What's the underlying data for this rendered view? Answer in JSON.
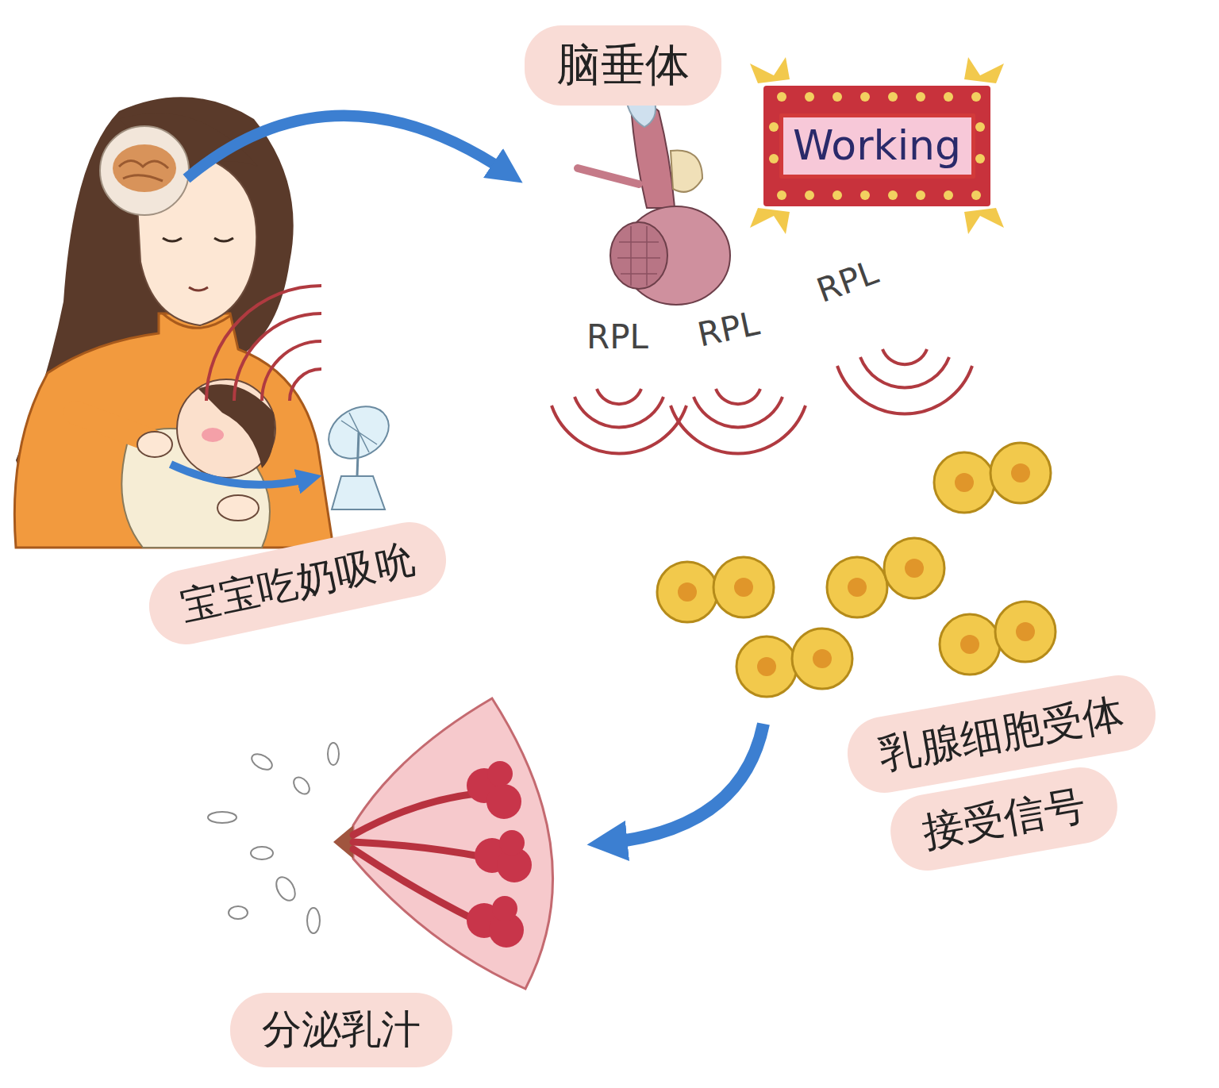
{
  "diagram": {
    "nodes": [
      {
        "text": [
          "脑垂体"
        ]
      },
      {
        "text": [
          "Working"
        ]
      },
      {
        "text": [
          "宝宝吃奶吸吮"
        ]
      },
      {
        "text": [
          "乳腺细胞受体"
        ]
      },
      {
        "text": [
          "接受信号"
        ]
      },
      {
        "text": [
          "分泌乳汁"
        ]
      }
    ],
    "labels": [
      "RPL",
      "RPL",
      "RPL"
    ]
  }
}
